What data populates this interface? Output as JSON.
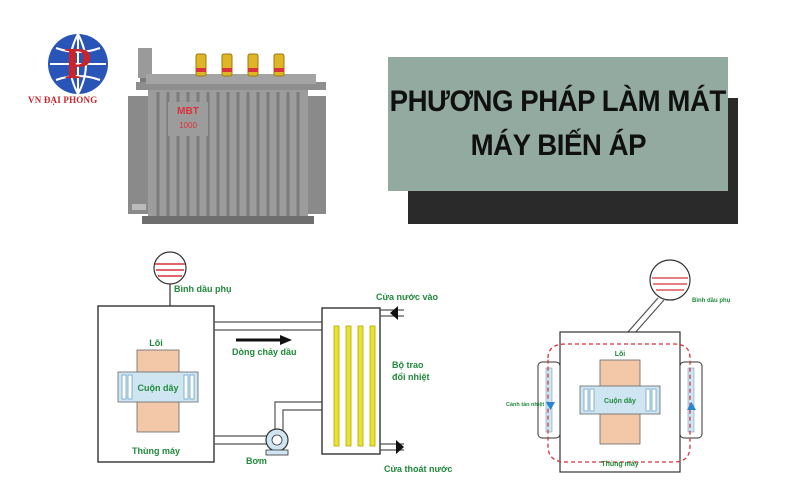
{
  "logo": {
    "brand_text": "VN ĐẠI PHONG",
    "mark": "P"
  },
  "transformer": {
    "plate_model": "MBT",
    "plate_rating": "1000"
  },
  "title": {
    "line1": "PHƯƠNG PHÁP LÀM MÁT",
    "line2": "MÁY BIẾN ÁP"
  },
  "left_diagram": {
    "conservator": "Bình dầu phụ",
    "core": "Lõi",
    "winding": "Cuộn dây",
    "tank": "Thùng máy",
    "oil_flow": "Dòng chảy dầu",
    "pump": "Bơm",
    "water_in": "Cửa nước vào",
    "exchanger_line1": "Bộ trao",
    "exchanger_line2": "đổi nhiệt",
    "water_out": "Cửa thoát nước"
  },
  "right_diagram": {
    "conservator": "Bình dầu phụ",
    "core": "Lõi",
    "winding": "Cuộn dây",
    "fins": "Cánh tản nhiệt",
    "tank": "Thùng máy"
  },
  "colors": {
    "title_bg": "#93aaa1",
    "title_shadow": "#2a2a2a",
    "label_green": "#1f8a3a",
    "tube_yellow": "#e8e233",
    "core_orange": "#f2c8a8",
    "winding_blue": "#cfe6f2",
    "oil_red": "#d9323a",
    "logo_red": "#c9242b",
    "logo_blue": "#2a55b8"
  }
}
